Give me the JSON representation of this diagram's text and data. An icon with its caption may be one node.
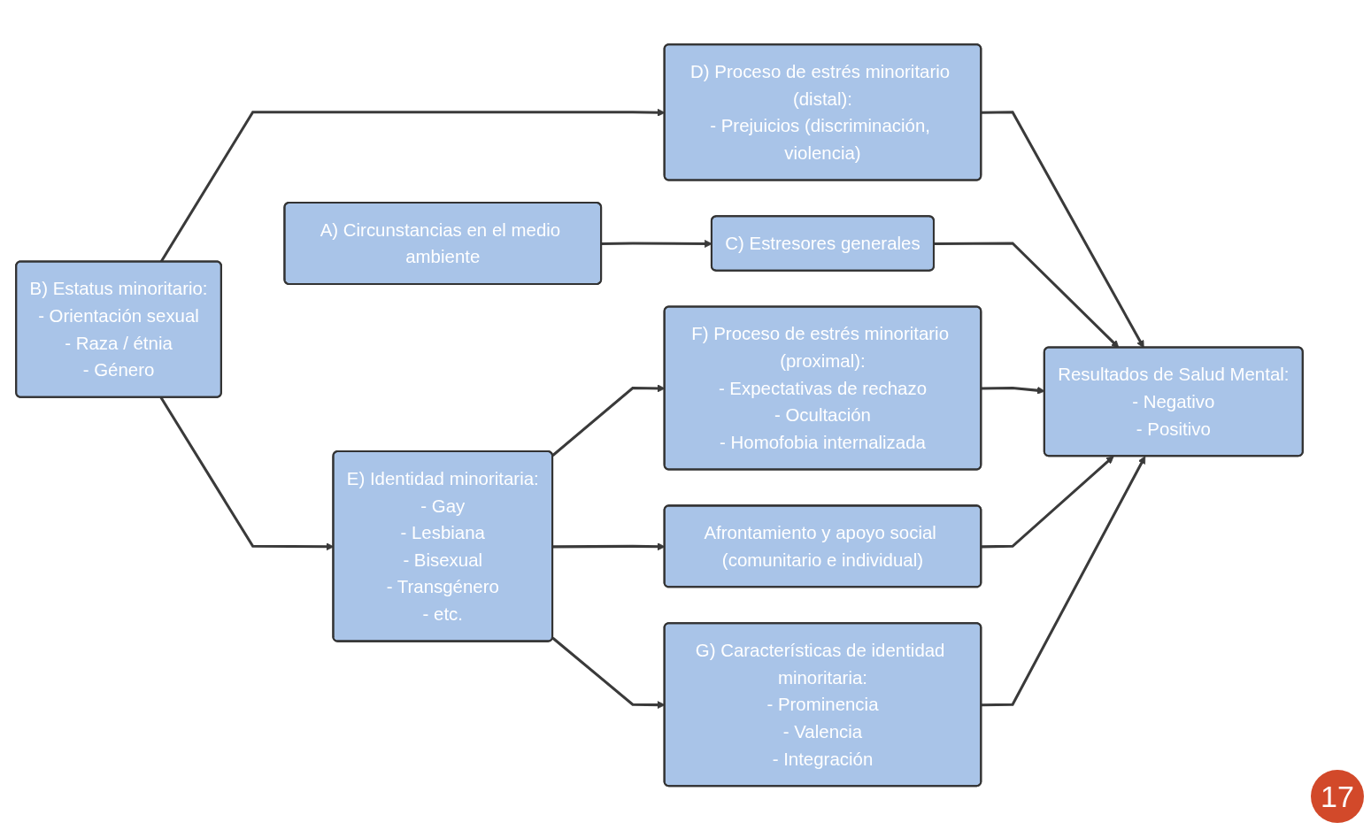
{
  "diagram": {
    "nodes": [
      {
        "text": [
          "Afrontamiento y apoyo social (comunitario e individual)"
        ]
      },
      {
        "text": [
          "A) Circunstancias en el medio ambiente"
        ]
      },
      {
        "text": [
          "C) Estresores generales"
        ]
      },
      {
        "text": [
          "D) Proceso de estrés minoritario (distal):",
          "- Prejuicios (discriminación, violencia)"
        ]
      },
      {
        "text": [
          "B) Estatus minoritario:",
          "- Orientación sexual",
          "- Raza / étnia",
          "- Género"
        ]
      },
      {
        "text": [
          "Resultados de Salud Mental:",
          "- Negativo",
          "- Positivo"
        ]
      },
      {
        "text": [
          "F) Proceso de estrés minoritario (proximal):",
          "- Expectativas de rechazo",
          "- Ocultación",
          "- Homofobia internalizada"
        ]
      },
      {
        "text": [
          "E) Identidad minoritaria:",
          "- Gay",
          "- Lesbiana",
          "- Bisexual",
          "- Transgénero",
          "- etc."
        ]
      },
      {
        "text": [
          "G) Características de identidad minoritaria:",
          "- Prominencia",
          "- Valencia",
          "- Integración"
        ]
      }
    ],
    "edges": [
      {
        "from": 1,
        "to": 2,
        "arrow": "to"
      },
      {
        "from": 4,
        "to": 3,
        "arrow": "to"
      },
      {
        "from": 4,
        "to": 7,
        "arrow": "to"
      },
      {
        "from": 7,
        "to": 6,
        "arrow": "to"
      },
      {
        "from": 7,
        "to": 0,
        "arrow": "to"
      },
      {
        "from": 7,
        "to": 8,
        "arrow": "to"
      },
      {
        "from": 3,
        "to": 5,
        "arrow": "to"
      },
      {
        "from": 2,
        "to": 5,
        "arrow": "to"
      },
      {
        "from": 6,
        "to": 5,
        "arrow": "to"
      },
      {
        "from": 0,
        "to": 5,
        "arrow": "to"
      },
      {
        "from": 8,
        "to": 5,
        "arrow": "to"
      }
    ],
    "labels": [
      "17"
    ]
  }
}
